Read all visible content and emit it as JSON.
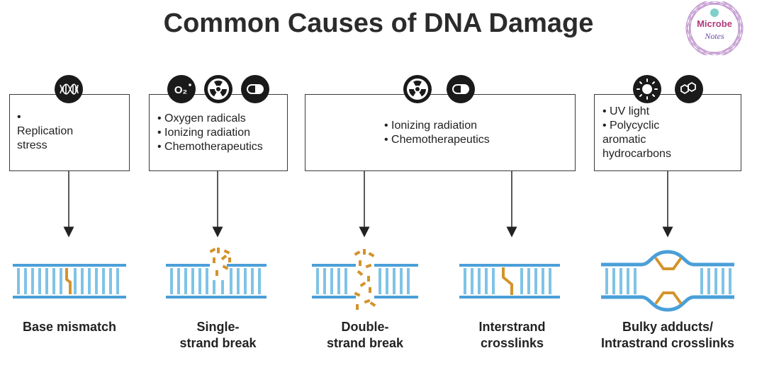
{
  "title": "Common Causes of DNA Damage",
  "logo": {
    "line1": "Microbe",
    "line2": "Notes"
  },
  "boxes": [
    {
      "id": "replication",
      "text": "•\nReplication\nstress",
      "icons": [
        "dna-icon"
      ]
    },
    {
      "id": "single",
      "text": "• Oxygen radicals\n• Ionizing radiation\n• Chemotherapeutics",
      "icons": [
        "oxygen-radical-icon",
        "radiation-icon",
        "pill-icon"
      ]
    },
    {
      "id": "double",
      "text": "• Ionizing radiation\n• Chemotherapeutics",
      "icons": [
        "radiation-icon",
        "pill-icon"
      ]
    },
    {
      "id": "uv",
      "text": "• UV light\n• Polycyclic\naromatic\nhydrocarbons",
      "icons": [
        "sun-icon",
        "hydrocarbon-icon"
      ]
    }
  ],
  "icon_text": {
    "oxygen": "O₂"
  },
  "damage_types": [
    {
      "id": "base-mismatch",
      "label": "Base mismatch"
    },
    {
      "id": "single-strand-break",
      "label": "Single-\nstrand break"
    },
    {
      "id": "double-strand-break",
      "label": "Double-\nstrand break"
    },
    {
      "id": "interstrand-crosslinks",
      "label": "Interstrand\ncrosslinks"
    },
    {
      "id": "bulky-adducts",
      "label": "Bulky adducts/\nIntrastrand crosslinks"
    }
  ],
  "colors": {
    "strand": "#4a9fd8",
    "rung": "#7fc3e6",
    "damage": "#d4932a",
    "box_border": "#3a3a3a",
    "icon_bg": "#1a1a1a"
  }
}
